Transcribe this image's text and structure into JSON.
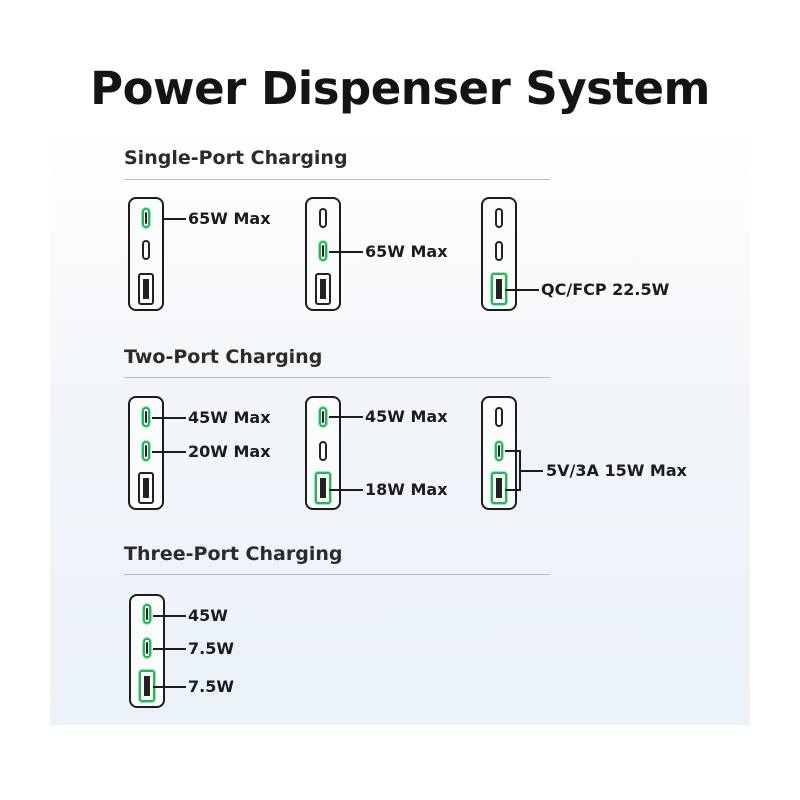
{
  "title": "Power Dispenser System",
  "colors": {
    "active_port": "#22b55a",
    "text": "#1c1c1c",
    "divider": "#b6bcc2"
  },
  "sections": [
    {
      "title": "Single-Port Charging",
      "configs": [
        {
          "label": "65W Max",
          "active_ports": [
            "usb-c-1"
          ]
        },
        {
          "label": "65W Max",
          "active_ports": [
            "usb-c-2"
          ]
        },
        {
          "label": "QC/FCP 22.5W",
          "active_ports": [
            "usb-a"
          ]
        }
      ]
    },
    {
      "title": "Two-Port Charging",
      "configs": [
        {
          "labels": [
            "45W Max",
            "20W Max"
          ],
          "active_ports": [
            "usb-c-1",
            "usb-c-2"
          ]
        },
        {
          "labels": [
            "45W Max",
            "18W Max"
          ],
          "active_ports": [
            "usb-c-1",
            "usb-a"
          ]
        },
        {
          "label": "5V/3A 15W Max",
          "active_ports": [
            "usb-c-2",
            "usb-a"
          ]
        }
      ]
    },
    {
      "title": "Three-Port Charging",
      "configs": [
        {
          "labels": [
            "45W",
            "7.5W",
            "7.5W"
          ],
          "active_ports": [
            "usb-c-1",
            "usb-c-2",
            "usb-a"
          ]
        }
      ]
    }
  ]
}
